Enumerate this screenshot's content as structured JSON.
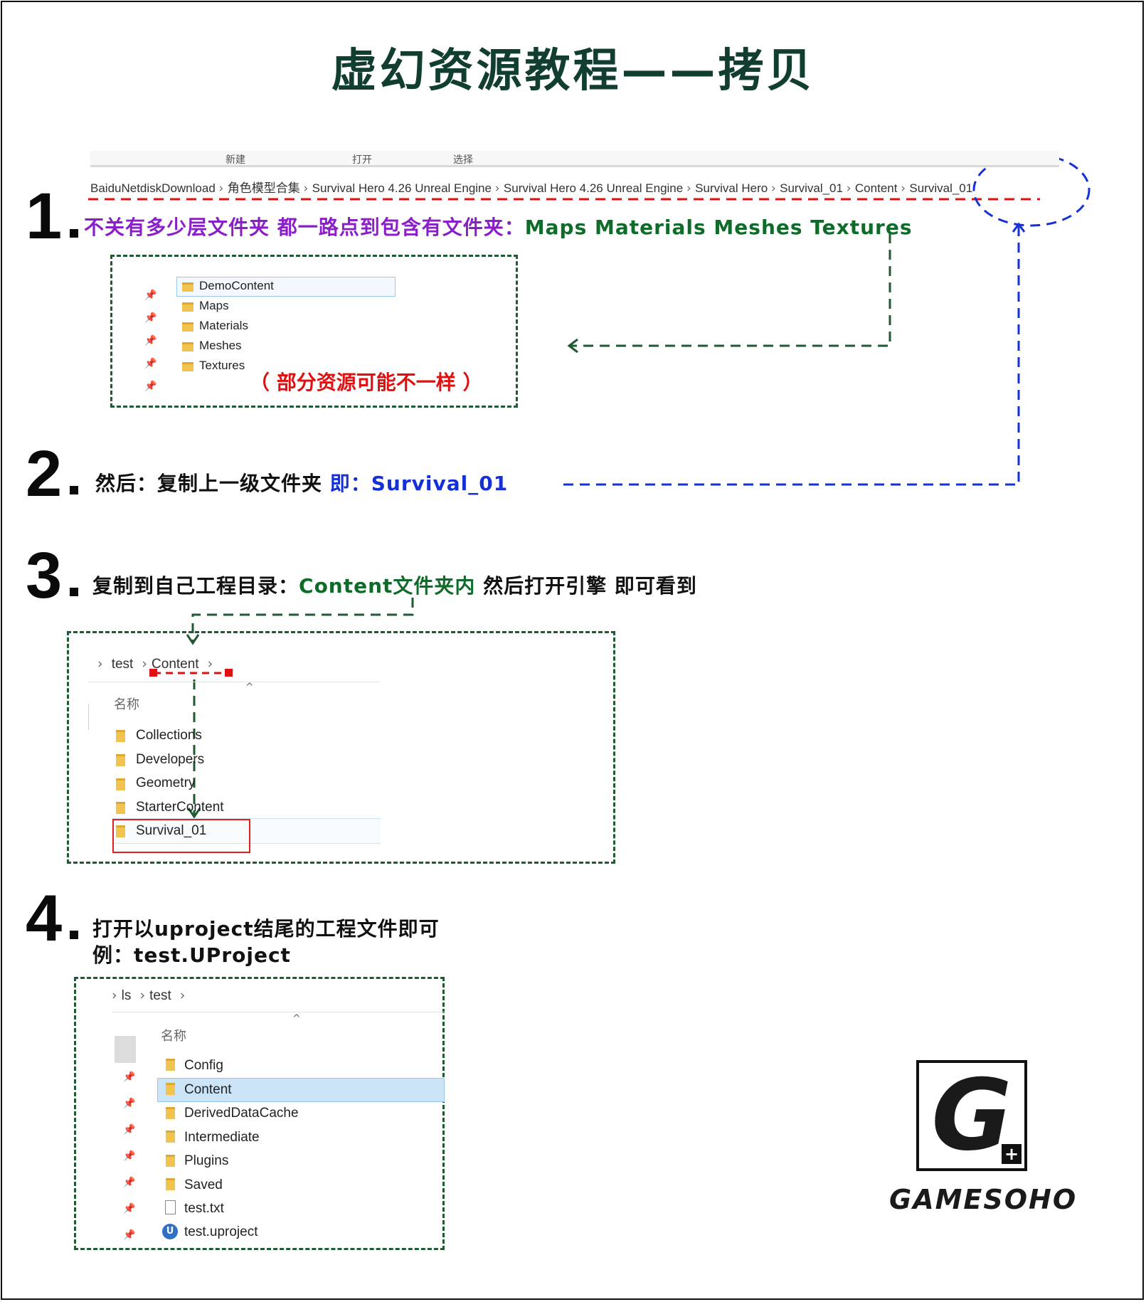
{
  "title": "虚幻资源教程——拷贝",
  "step1": {
    "number": "1",
    "text_purple": "不关有多少层文件夹 都一路点到包含有文件夹：",
    "text_green": "Maps Materials Meshes Textures",
    "toolbar_labels": [
      "新建",
      "打开",
      "选择"
    ],
    "breadcrumb": [
      "BaiduNetdiskDownload",
      "角色模型合集",
      "Survival Hero 4.26 Unreal Engine",
      "Survival Hero 4.26 Unreal Engine",
      "Survival Hero",
      "Survival_01",
      "Content",
      "Survival_01"
    ],
    "folders": [
      "DemoContent",
      "Maps",
      "Materials",
      "Meshes",
      "Textures"
    ],
    "note": "（ 部分资源可能不一样 ）"
  },
  "step2": {
    "number": "2",
    "text_black": "然后：复制上一级文件夹 ",
    "text_blue": "即：Survival_01"
  },
  "step3": {
    "number": "3",
    "text_black1": "复制到自己工程目录：",
    "text_green": "Content文件夹内",
    "text_black2": " 然后打开引擎 即可看到",
    "breadcrumb": [
      "test",
      "Content"
    ],
    "column_header": "名称",
    "folders": [
      "Collections",
      "Developers",
      "Geometry",
      "StarterContent",
      "Survival_01"
    ]
  },
  "step4": {
    "number": "4",
    "line1": "打开以uproject结尾的工程文件即可",
    "line2": "例：test.UProject",
    "breadcrumb": [
      "ls",
      "test"
    ],
    "column_header": "名称",
    "items": [
      "Config",
      "Content",
      "DerivedDataCache",
      "Intermediate",
      "Plugins",
      "Saved",
      "test.txt",
      "test.uproject"
    ]
  },
  "logo": {
    "letter": "G",
    "plus": "+",
    "text": "GAMESOHO"
  },
  "colors": {
    "title": "#123e32",
    "purple": "#8a1fc9",
    "green": "#0f6b2a",
    "blue": "#1430d6",
    "red": "#e01010",
    "dashed_green": "#1f5a33",
    "selection": "#cce4f7"
  }
}
